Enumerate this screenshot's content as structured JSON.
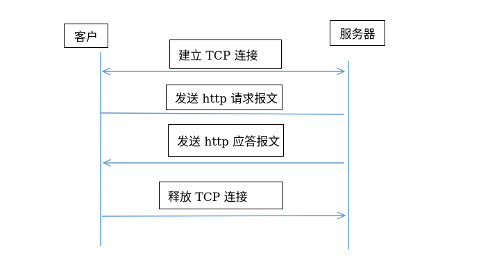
{
  "participants": {
    "client": "客户",
    "server": "服务器"
  },
  "messages": [
    {
      "label": "建立 TCP 连接",
      "direction": "both"
    },
    {
      "label": "发送 http 请求报文",
      "direction": "none"
    },
    {
      "label": "发送 http 应答报文",
      "direction": "to-client"
    },
    {
      "label": "释放 TCP 连接",
      "direction": "to-server"
    }
  ],
  "colors": {
    "line": "#5b9bd5",
    "box_border": "#000000"
  }
}
